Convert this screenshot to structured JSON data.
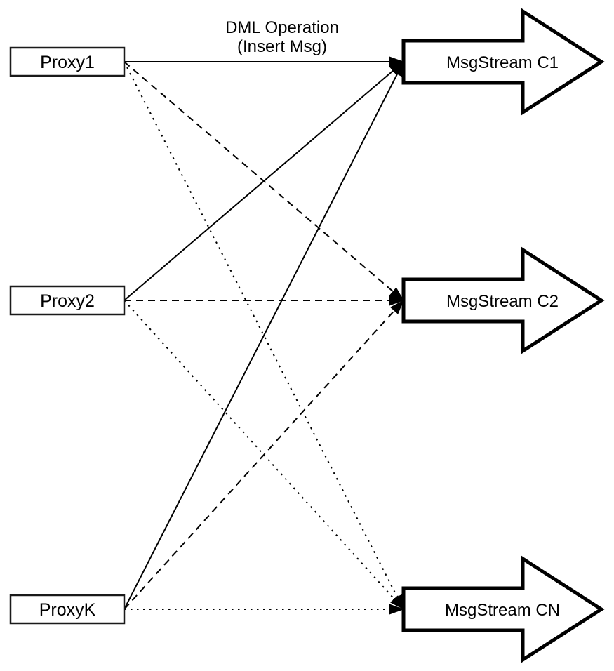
{
  "title": {
    "line1": "DML Operation",
    "line2": "(Insert Msg)"
  },
  "nodes": {
    "proxies": [
      {
        "id": "proxy1",
        "label": "Proxy1"
      },
      {
        "id": "proxy2",
        "label": "Proxy2"
      },
      {
        "id": "proxyk",
        "label": "ProxyK"
      }
    ],
    "streams": [
      {
        "id": "c1",
        "label": "MsgStream C1"
      },
      {
        "id": "c2",
        "label": "MsgStream C2"
      },
      {
        "id": "cn",
        "label": "MsgStream CN"
      }
    ]
  },
  "edges": [
    {
      "from": "proxy1",
      "to": "c1",
      "style": "solid"
    },
    {
      "from": "proxy1",
      "to": "c2",
      "style": "dashed"
    },
    {
      "from": "proxy1",
      "to": "cn",
      "style": "dotted"
    },
    {
      "from": "proxy2",
      "to": "c1",
      "style": "solid"
    },
    {
      "from": "proxy2",
      "to": "c2",
      "style": "dashed"
    },
    {
      "from": "proxy2",
      "to": "cn",
      "style": "dotted"
    },
    {
      "from": "proxyk",
      "to": "c1",
      "style": "solid"
    },
    {
      "from": "proxyk",
      "to": "c2",
      "style": "dashed"
    },
    {
      "from": "proxyk",
      "to": "cn",
      "style": "dotted"
    }
  ],
  "colors": {
    "stroke": "#000000",
    "fill": "#ffffff",
    "background": "#ffffff"
  }
}
